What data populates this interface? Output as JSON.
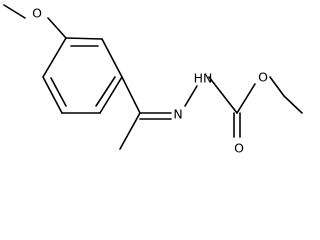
{
  "molecule": {
    "atom_labels": {
      "methoxy_oxygen": "O",
      "hydrazone_nitrogen": "N",
      "amide_nitrogen": "HN",
      "carbonyl_oxygen": "O",
      "ester_oxygen": "O"
    }
  },
  "colors": {
    "bond": "#000000",
    "label": "#000000",
    "background": "#ffffff"
  }
}
